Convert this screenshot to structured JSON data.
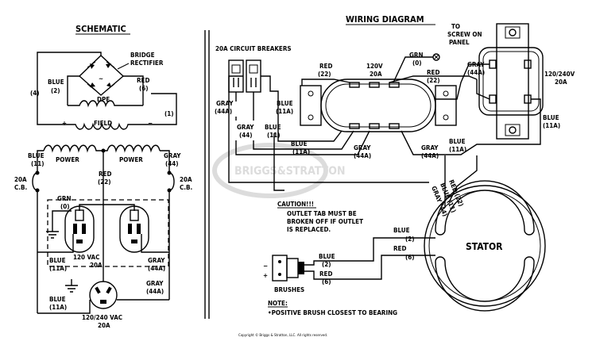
{
  "schematic": {
    "title": "SCHEMATIC",
    "bridge_rectifier_line1": "BRIDGE",
    "bridge_rectifier_line2": "RECTIFIER",
    "wire_4": "(4)",
    "blue_2_color": "BLUE",
    "blue_2_num": "(2)",
    "red_6_color": "RED",
    "red_6_num": "(6)",
    "dpe": "DPE",
    "wire_1": "(1)",
    "plus": "+",
    "minus": "−",
    "field": "FIELD",
    "power_left": "POWER",
    "power_right": "POWER",
    "blue_11_color": "BLUE",
    "blue_11_num": "(11)",
    "gray_44_color": "GRAY",
    "gray_44_num": "(44)",
    "cb_left_1": "20A",
    "cb_left_2": "C.B.",
    "cb_right_1": "20A",
    "cb_right_2": "C.B.",
    "red_22_color": "RED",
    "red_22_num": "(22)",
    "grn_0_color": "GRN",
    "grn_0_num": "(0)",
    "blue_11_b_color": "BLUE",
    "blue_11_b_num": "(11A)",
    "outlet_120_1": "120 VAC",
    "outlet_120_2": "20A",
    "gray_44_b_color": "GRAY",
    "gray_44_b_num": "(44A)",
    "gray_44_c_color": "GRAY",
    "gray_44_c_num": "(44A)",
    "blue_11_c_color": "BLUE",
    "blue_11_c_num": "(11A)",
    "outlet_240_1": "120/240 VAC",
    "outlet_240_2": "20A"
  },
  "wiring": {
    "title": "WIRING DIAGRAM",
    "breakers": "20A CIRCUIT BREAKERS",
    "to_panel_1": "TO",
    "to_panel_2": "SCREW ON",
    "to_panel_3": "PANEL",
    "grn_0_color": "GRN",
    "grn_0_num": "(0)",
    "red_22_color": "RED",
    "red_22_num": "(22)",
    "v120_1": "120V",
    "v120_2": "20A",
    "red_22b_color": "RED",
    "red_22b_num": "(22)",
    "gray_44a_color": "GRAY",
    "gray_44a_num": "(44A)",
    "v240_1": "120/240V",
    "v240_2": "20A",
    "gray_44_left_color": "GRAY",
    "gray_44_left_num": "(44A)",
    "blue_11_left_color": "BLUE",
    "blue_11_left_num": "(11A)",
    "gray_44_b_color": "GRAY",
    "gray_44_b_num": "(44)",
    "blue_11_b_color": "BLUE",
    "blue_11_b_num": "(11)",
    "blue_11a_right_color": "BLUE",
    "blue_11a_right_num": "(11A)",
    "blue_11a_c_color": "BLUE",
    "blue_11a_c_num": "(11A)",
    "gray_44a_c_color": "GRAY",
    "gray_44a_c_num": "(44A)",
    "gray_44a_d_color": "GRAY",
    "gray_44a_d_num": "(44A)",
    "blue_11a_d_color": "BLUE",
    "blue_11a_d_num": "(11A)",
    "caution_title": "CAUTION!!!",
    "caution_1": "OUTLET TAB MUST BE",
    "caution_2": "BROKEN OFF IF OUTLET",
    "caution_3": "IS REPLACED.",
    "stator_red_22": "RED (22)",
    "stator_blue_11": "BLUE (11)",
    "stator_gray_44": "GRAY (44)",
    "stator": "STATOR",
    "stator_blue_2_color": "BLUE",
    "stator_blue_2_num": "(2)",
    "stator_red_6_color": "RED",
    "stator_red_6_num": "(6)",
    "brush_blue_color": "BLUE",
    "brush_blue_num": "(2)",
    "brush_red_color": "RED",
    "brush_red_num": "(6)",
    "brushes": "BRUSHES",
    "brush_minus": "−",
    "brush_plus": "+",
    "note_title": "NOTE:",
    "note_text": "•POSITIVE BRUSH CLOSEST TO BEARING",
    "watermark": "BRIGGS&STRATTON",
    "copyright": "Copyright © Briggs & Stratton, LLC. All rights reserved."
  }
}
